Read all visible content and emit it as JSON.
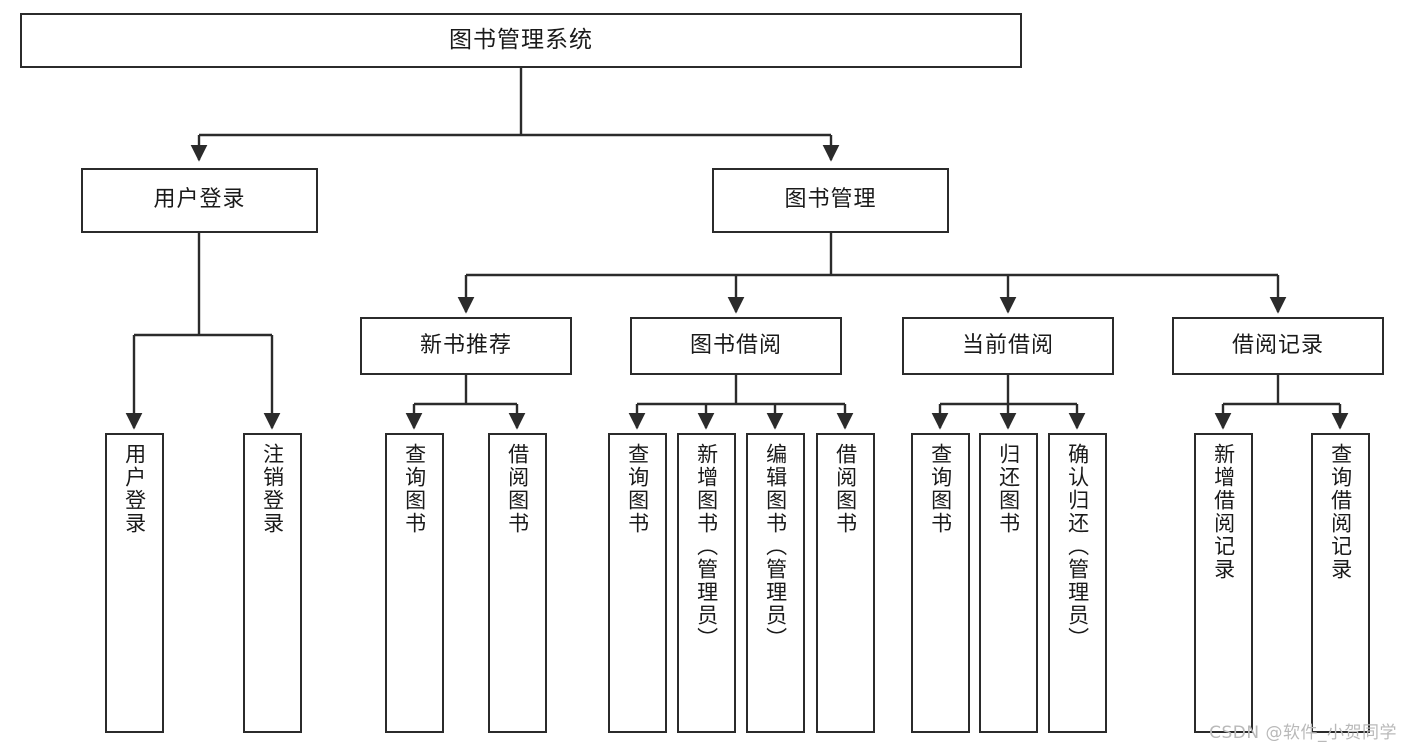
{
  "diagram": {
    "title": "图书管理系统",
    "watermark": "CSDN @软件_小贺同学",
    "levels": {
      "level1": [
        {
          "id": "root",
          "label": "图书管理系统"
        }
      ],
      "level2": [
        {
          "id": "user-login",
          "label": "用户登录"
        },
        {
          "id": "book-manage",
          "label": "图书管理"
        }
      ],
      "level3": [
        {
          "id": "new-book-recommend",
          "label": "新书推荐"
        },
        {
          "id": "book-borrow",
          "label": "图书借阅"
        },
        {
          "id": "current-borrow",
          "label": "当前借阅"
        },
        {
          "id": "borrow-record",
          "label": "借阅记录"
        }
      ],
      "leaves": [
        {
          "id": "leaf-user-login",
          "label": "用户登录"
        },
        {
          "id": "leaf-logout-login",
          "label": "注销登录"
        },
        {
          "id": "leaf-query-book-1",
          "label": "查询图书"
        },
        {
          "id": "leaf-borrow-book-1",
          "label": "借阅图书"
        },
        {
          "id": "leaf-query-book-2",
          "label": "查询图书"
        },
        {
          "id": "leaf-add-book-admin",
          "label": "新增图书（管理员）"
        },
        {
          "id": "leaf-edit-book-admin",
          "label": "编辑图书（管理员）"
        },
        {
          "id": "leaf-borrow-book-2",
          "label": "借阅图书"
        },
        {
          "id": "leaf-query-book-3",
          "label": "查询图书"
        },
        {
          "id": "leaf-return-book",
          "label": "归还图书"
        },
        {
          "id": "leaf-confirm-return-admin",
          "label": "确认归还（管理员）"
        },
        {
          "id": "leaf-add-borrow-record",
          "label": "新增借阅记录"
        },
        {
          "id": "leaf-query-borrow-record",
          "label": "查询借阅记录"
        }
      ]
    },
    "colors": {
      "stroke": "#2b2b2b",
      "fill": "#ffffff",
      "text": "#1a1a1a",
      "watermark": "#b9b9b9",
      "background": "#ffffff"
    }
  }
}
